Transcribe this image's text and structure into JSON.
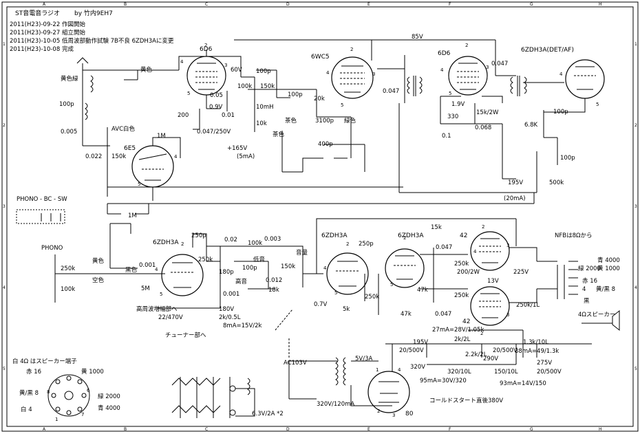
{
  "title_block": {
    "title": "ST音電音ラジオ",
    "author": "by 竹内9EH7",
    "history": [
      "2011(H23)-09-22  作図開始",
      "2011(H23)-09-27  組立開始",
      "2011(H23)-10-05  低周波部動作試験  7B不良  6ZDH3Aに変更",
      "2011(H23)-10-08  完成"
    ]
  },
  "frame": {
    "columns": [
      "A",
      "B",
      "C",
      "D",
      "E",
      "F",
      "G",
      "H"
    ],
    "rows": [
      "1",
      "2",
      "3",
      "4",
      "5"
    ]
  },
  "tubes": [
    {
      "label": "6D6"
    },
    {
      "label": "6WC5"
    },
    {
      "label": "6D6"
    },
    {
      "label": "6ZDH3A(DET/AF)"
    },
    {
      "label": "6E5"
    },
    {
      "label": "6ZDH3A"
    },
    {
      "label": "6ZDH3A"
    },
    {
      "label": "6ZDH3A"
    },
    {
      "label": "42"
    },
    {
      "label": "42"
    },
    {
      "label": "80"
    }
  ],
  "labels": {
    "yellow_top": "黄色",
    "yellow_green": "黄色緑",
    "p100_left": "100p",
    "c0005": "0.005",
    "avc": "AVC白色",
    "c0022": "0.022",
    "r150k_avc": "150k",
    "r1m_6e5": "1M",
    "v60": "60V",
    "c005": "0.05",
    "r200": "200",
    "v09": "0.9V",
    "c0047_250": "0.047/250V",
    "c001_mid": "0.01",
    "r100k": "100k",
    "c100p_a": "100p",
    "r150k_a": "150k",
    "mh10": "10mH",
    "r10k": "10k",
    "b165": "+165V",
    "ma5": "(5mA)",
    "v85": "85V",
    "c100p_b": "100p",
    "r20k": "20k",
    "brown1": "茶色",
    "brown2": "茶色",
    "c3100p": "3100p",
    "green": "緑色",
    "c400p": "400p",
    "c0047_b": "0.047",
    "c0047_c": "0.047",
    "v19": "1.9V",
    "r330": "330",
    "r15k2w": "15k/2W",
    "c01": "0.1",
    "c0068": "0.068",
    "r68k": "6.8K",
    "c100p_c": "100p",
    "c100p_d": "100p",
    "r500k": "500k",
    "v195": "195V",
    "ma20": "(20mA)",
    "phono_sw": "PHONO - BC - SW",
    "r1m_mid": "1M",
    "phono": "PHONO",
    "yellow2": "黄色",
    "black": "黒色",
    "sky": "空色",
    "r250k_in": "250k",
    "r100k_in": "100k",
    "c0001": "0.001",
    "r5m": "5M",
    "c250p_1": "250p",
    "r250k_1": "250k",
    "c002": "0.02",
    "r100k_2": "100k",
    "c0003": "0.003",
    "treble_low": "低音",
    "treble_high": "高音",
    "r180p": "180p",
    "c100p_e": "100p",
    "c0012": "0.012",
    "r18k": "18k",
    "c0001b": "0.001",
    "volume": "音量",
    "r150k_3": "150k",
    "hi_amp": "高周波増幅部へ",
    "c22_470": "22/470V",
    "v180": "180V",
    "r2k05": "2k/0.5L",
    "ma8": "8mA=15V/2k",
    "tuner": "チューナー部へ",
    "c250p_2": "250p",
    "v07": "0.7V",
    "r5k": "5k",
    "r250k_2": "250k",
    "r47k_a": "47k",
    "r47k_b": "47k",
    "c0047_d": "0.047",
    "c0047_e": "0.047",
    "r15k": "15k",
    "r250k_3": "250k",
    "r250k_4": "250k",
    "r200_2w": "200/2W",
    "v13": "13V",
    "v225": "225V",
    "r250k_1l": "250k/1L",
    "nfb": "NFBは8Ωから",
    "blue4000": "青  4000",
    "green2000": "緑  2000",
    "red16": "赤  16",
    "yellowblack8": "黄/黒  8",
    "black4": "黒",
    "four": "4",
    "ohm1000": "黄  1000",
    "speaker": "4Ωスピーカー",
    "ma27": "27mA=28V/1.05k",
    "v195b": "195V",
    "c20_500a": "20/500V",
    "r2k2l": "2k/2L",
    "r2k2l_b": "2.2k/2L",
    "r13k10l": "1.3k/10L",
    "ma38": "38mA=49/1.3k",
    "v275": "275V",
    "c20_500b": "20/500V",
    "v290": "290V",
    "r150_10l": "150/10L",
    "r320_10l": "320/10L",
    "c20_500c": "20/500V",
    "v320": "320V",
    "ma95": "95mA=30V/320",
    "ma93": "93mA=14V/150",
    "ac103": "AC103V",
    "v5_3a": "5V/3A",
    "v320_120": "320V/120mA",
    "cold_start": "コールドスタート直後380V",
    "heater": "6.3V/2A  *2",
    "terminal_title": "白  4Ω  はスピーカー端子",
    "t_red": "赤  16",
    "t_yellow": "黄  1000",
    "t_yb": "黄/黒  8",
    "t_green": "緑  2000",
    "t_white": "白  4",
    "t_blue": "青  4000",
    "pin_numbers": [
      "1",
      "2",
      "3",
      "4",
      "5",
      "6",
      "7",
      "8"
    ]
  }
}
